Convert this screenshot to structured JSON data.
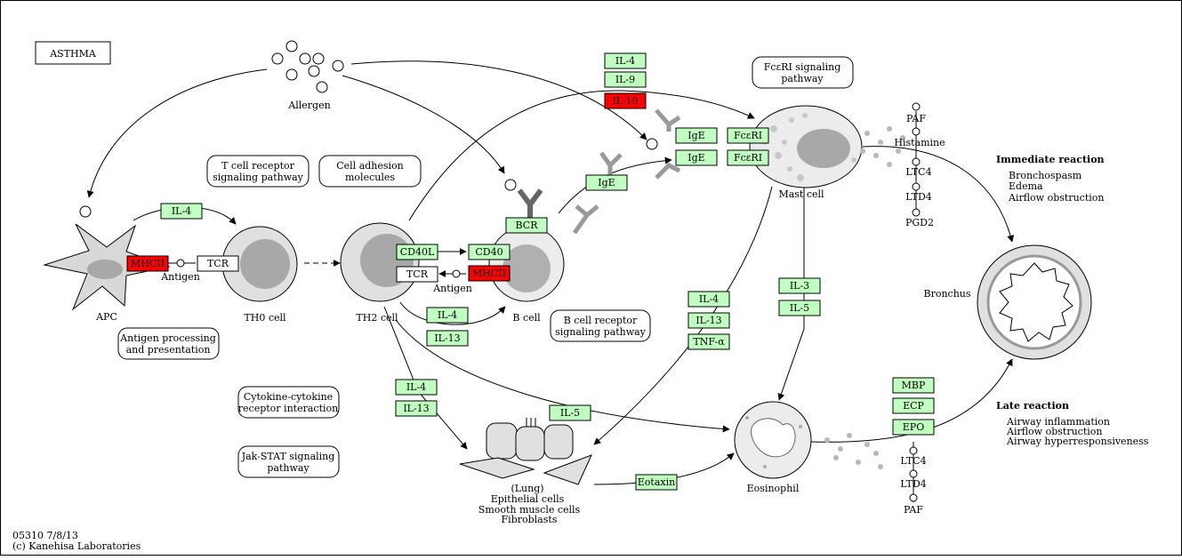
{
  "map": {
    "title": "ASTHMA",
    "footer_id": "05310 7/8/13",
    "footer_copyright": "(c) Kanehisa Laboratories"
  },
  "cells": {
    "allergen": "Allergen",
    "apc": "APC",
    "th0": "TH0 cell",
    "th2": "TH2 cell",
    "bcell": "B cell",
    "mast": "Mast cell",
    "eosinophil": "Eosinophil",
    "bronchus": "Bronchus",
    "lung_line1": "(Lung)",
    "lung_line2": "Epithelial cells",
    "lung_line3": "Smooth muscle cells",
    "lung_line4": "Fibroblasts",
    "antigen_apc": "Antigen",
    "antigen_b": "Antigen"
  },
  "genes": {
    "il4_top": "IL-4",
    "il9_top": "IL-9",
    "il10_top": "IL-10",
    "il4_apc": "IL-4",
    "mhcii_apc": "MHCII",
    "tcr_th0": "TCR",
    "cd40l": "CD40L",
    "cd40": "CD40",
    "tcr_th2": "TCR",
    "mhcii_b": "MHCII",
    "bcr": "BCR",
    "ige_mid": "IgE",
    "ige_mast1": "IgE",
    "ige_mast2": "IgE",
    "fceri1": "FcεRI",
    "fceri2": "FcεRI",
    "il4_th2b": "IL-4",
    "il13_th2b": "IL-13",
    "il4_mast": "IL-4",
    "il13_mast": "IL-13",
    "tnfa_mast": "TNF-α",
    "il3": "IL-3",
    "il5_mast": "IL-5",
    "il4_lung": "IL-4",
    "il13_lung": "IL-13",
    "il5_lung": "IL-5",
    "eotaxin": "Eotaxin",
    "mbp": "MBP",
    "ecp": "ECP",
    "epo": "EPO"
  },
  "pathways": {
    "fceri_line1": "FcεRI signaling",
    "fceri_line2": "pathway",
    "tcr_line1": "T cell receptor",
    "tcr_line2": "signaling pathway",
    "adhesion_line1": "Cell adhesion",
    "adhesion_line2": "molecules",
    "antigen_line1": "Antigen processing",
    "antigen_line2": "and presentation",
    "bcr_line1": "B cell receptor",
    "bcr_line2": "signaling pathway",
    "cytokine_line1": "Cytokine-cytokine",
    "cytokine_line2": "receptor interaction",
    "jak_line1": "Jak-STAT signaling",
    "jak_line2": "pathway"
  },
  "compounds": {
    "paf_top": "PAF",
    "histamine": "Histamine",
    "ltc4_top": "LTC4",
    "ltd4_top": "LTD4",
    "pgd2": "PGD2",
    "ltc4_bot": "LTC4",
    "ltd4_bot": "LTD4",
    "paf_bot": "PAF"
  },
  "reactions": {
    "immediate_title": "Immediate reaction",
    "immediate_1": "Bronchospasm",
    "immediate_2": "Edema",
    "immediate_3": "Airflow obstruction",
    "late_title": "Late reaction",
    "late_1": "Airway inflammation",
    "late_2": "Airflow obstruction",
    "late_3": "Airway hyperresponsiveness"
  },
  "colors": {
    "up": "#bfffbf",
    "down": "#ff0000",
    "cell_fill": "#e8e8e8",
    "nucleus": "#a0a0a0"
  }
}
